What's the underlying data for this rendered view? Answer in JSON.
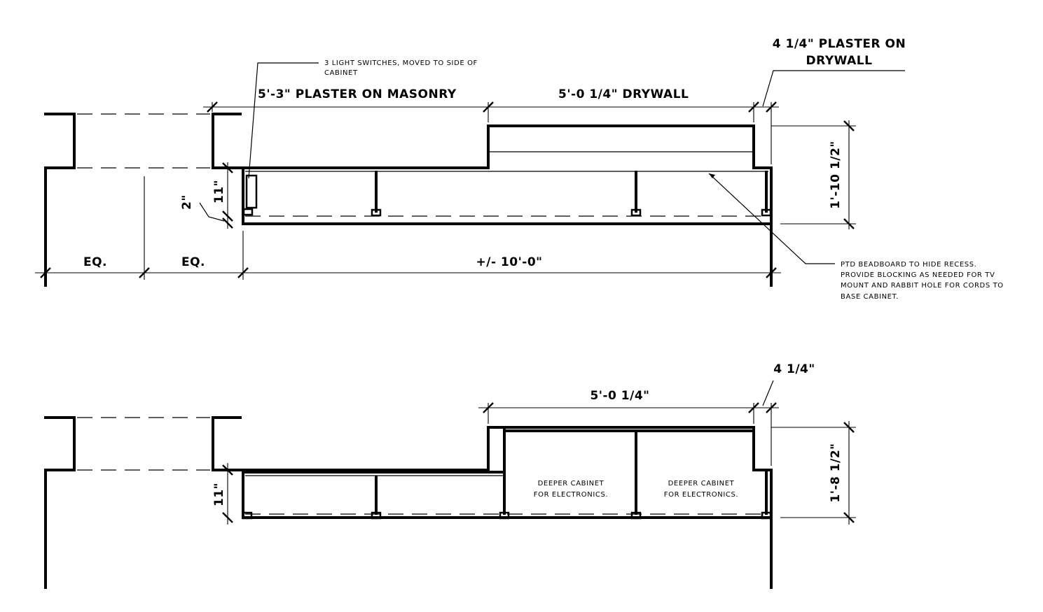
{
  "top_plan": {
    "note_switches": [
      "3 LIGHT SWITCHES, MOVED TO SIDE OF",
      "CABINET"
    ],
    "dim_plaster_masonry": "5'-3\" PLASTER ON MASONRY",
    "dim_drywall": "5'-0 1/4\" DRYWALL",
    "label_plaster_drywall": [
      "4 1/4\" PLASTER ON",
      "DRYWALL"
    ],
    "dim_depth": "1'-10 1/2\"",
    "dim_eleven": "11\"",
    "dim_two": "2\"",
    "dim_eq_1": "EQ.",
    "dim_eq_2": "EQ.",
    "dim_overall": "+/- 10'-0\"",
    "note_beadboard": [
      "PTD BEADBOARD TO HIDE RECESS.",
      "PROVIDE BLOCKING AS NEEDED FOR TV",
      "MOUNT AND RABBIT HOLE FOR CORDS TO",
      "BASE CABINET."
    ]
  },
  "bottom_plan": {
    "dim_width": "5'-0 1/4\"",
    "dim_four": "4 1/4\"",
    "dim_depth": "1'-8 1/2\"",
    "dim_eleven": "11\"",
    "cabinet_left": [
      "DEEPER CABINET",
      "FOR ELECTRONICS."
    ],
    "cabinet_right": [
      "DEEPER CABINET",
      "FOR ELECTRONICS."
    ]
  }
}
